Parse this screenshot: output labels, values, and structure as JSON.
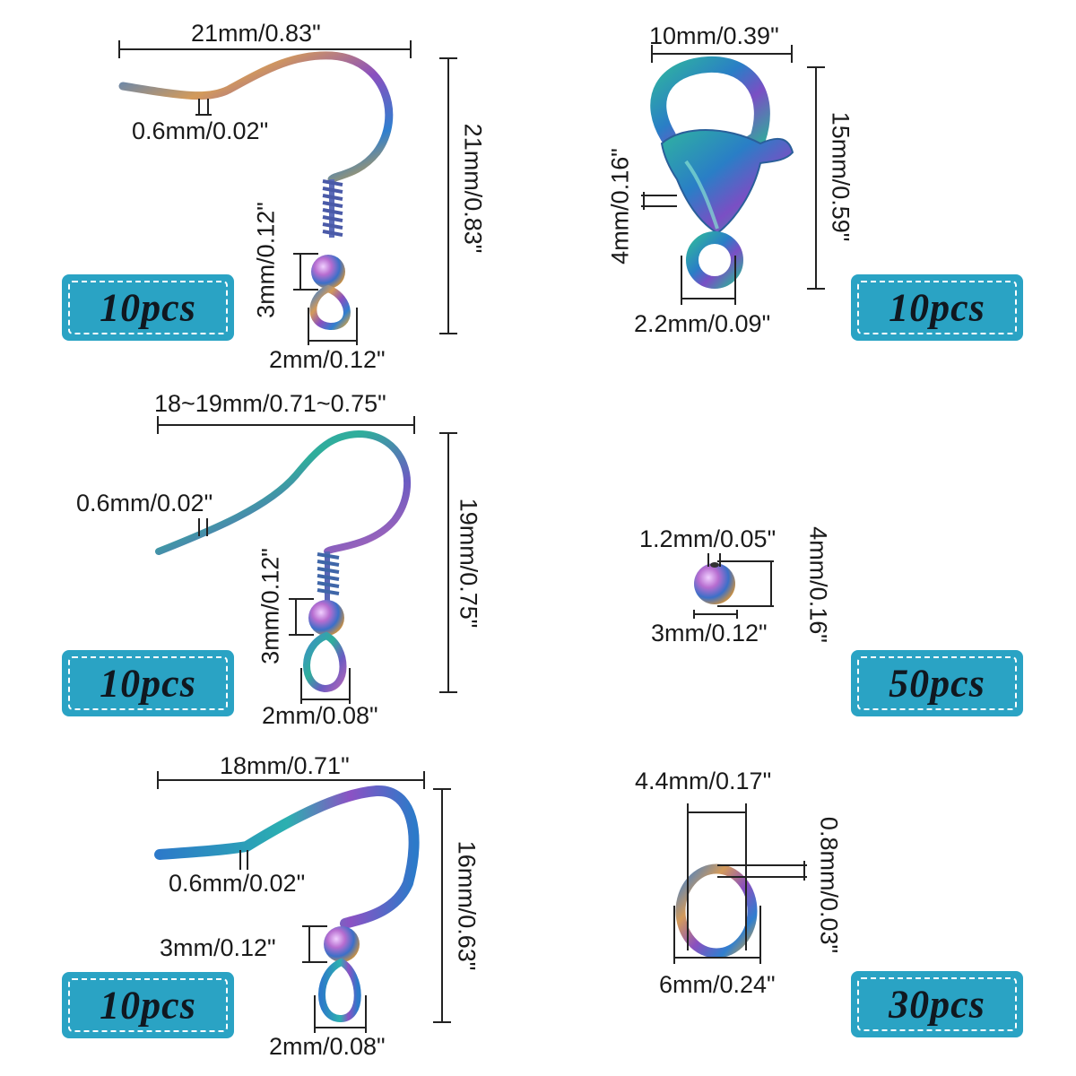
{
  "colors": {
    "badge": "#2aa3c4",
    "metal_gradient": [
      "#e0a060",
      "#8a4fbf",
      "#2f7fcf",
      "#24b5a8"
    ]
  },
  "items": [
    {
      "name": "earring-hook-1",
      "quantity": "10pcs",
      "width": "21mm/0.83\"",
      "height": "21mm/0.83\"",
      "wire": "0.6mm/0.02\"",
      "ball": "3mm/0.12\"",
      "loop": "2mm/0.12\""
    },
    {
      "name": "lobster-clasp",
      "quantity": "10pcs",
      "width": "10mm/0.39\"",
      "height": "15mm/0.59\"",
      "thickness": "4mm/0.16\"",
      "hole": "2.2mm/0.09\""
    },
    {
      "name": "earring-hook-2",
      "quantity": "10pcs",
      "width": "18~19mm/0.71~0.75\"",
      "height": "19mm/0.75\"",
      "wire": "0.6mm/0.02\"",
      "ball": "3mm/0.12\"",
      "loop": "2mm/0.08\""
    },
    {
      "name": "bead",
      "quantity": "50pcs",
      "hole": "1.2mm/0.05\"",
      "height": "4mm/0.16\"",
      "diameter": "3mm/0.12\""
    },
    {
      "name": "earring-hook-3",
      "quantity": "10pcs",
      "width": "18mm/0.71\"",
      "height": "16mm/0.63\"",
      "wire": "0.6mm/0.02\"",
      "ball": "3mm/0.12\"",
      "loop": "2mm/0.08\""
    },
    {
      "name": "jump-ring",
      "quantity": "30pcs",
      "inner": "4.4mm/0.17\"",
      "wire": "0.8mm/0.03\"",
      "outer": "6mm/0.24\""
    }
  ]
}
